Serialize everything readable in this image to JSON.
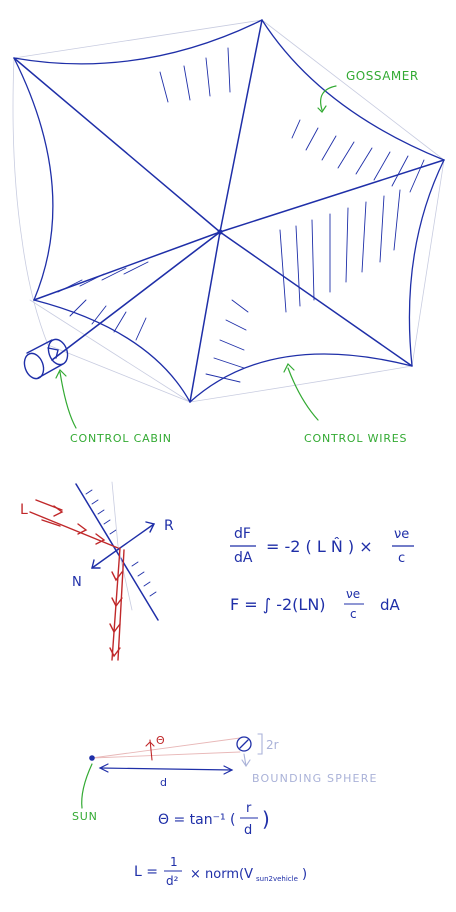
{
  "labels": {
    "gossamer": "GOSSAMER",
    "control_cabin": "CONTROL CABIN",
    "control_wires": "CONTROL WIRES",
    "vec_L": "L",
    "vec_R": "R",
    "vec_N": "N",
    "bounding_sphere": "BOUNDING SPHERE",
    "sun": "SUN",
    "distance": "d",
    "radius": "2r",
    "theta": "Θ"
  },
  "equations": {
    "eq1_lhs": "dF",
    "eq1_lhs_den": "dA",
    "eq1_rhs": "= -2 ( L N̂ ) ×",
    "eq1_frac_num": "νe",
    "eq1_frac_den": "c",
    "eq2": "F = ∫ -2(LN)",
    "eq2_frac_num": "νe",
    "eq2_frac_den": "c",
    "eq2_tail": "dA",
    "eq3": "Θ = tan⁻¹ (",
    "eq3_num": "r",
    "eq3_den": "d",
    "eq3_close": ")",
    "eq4": "L =",
    "eq4_num": "1",
    "eq4_den": "d²",
    "eq4_tail": "× norm(V",
    "eq4_sub": "sun2vehicle",
    "eq4_close": ")"
  },
  "colors": {
    "ink_blue": "#1f2fa8",
    "ink_green": "#33aa33",
    "ink_red": "#c0282a",
    "ink_grey": "#aab2d8"
  }
}
